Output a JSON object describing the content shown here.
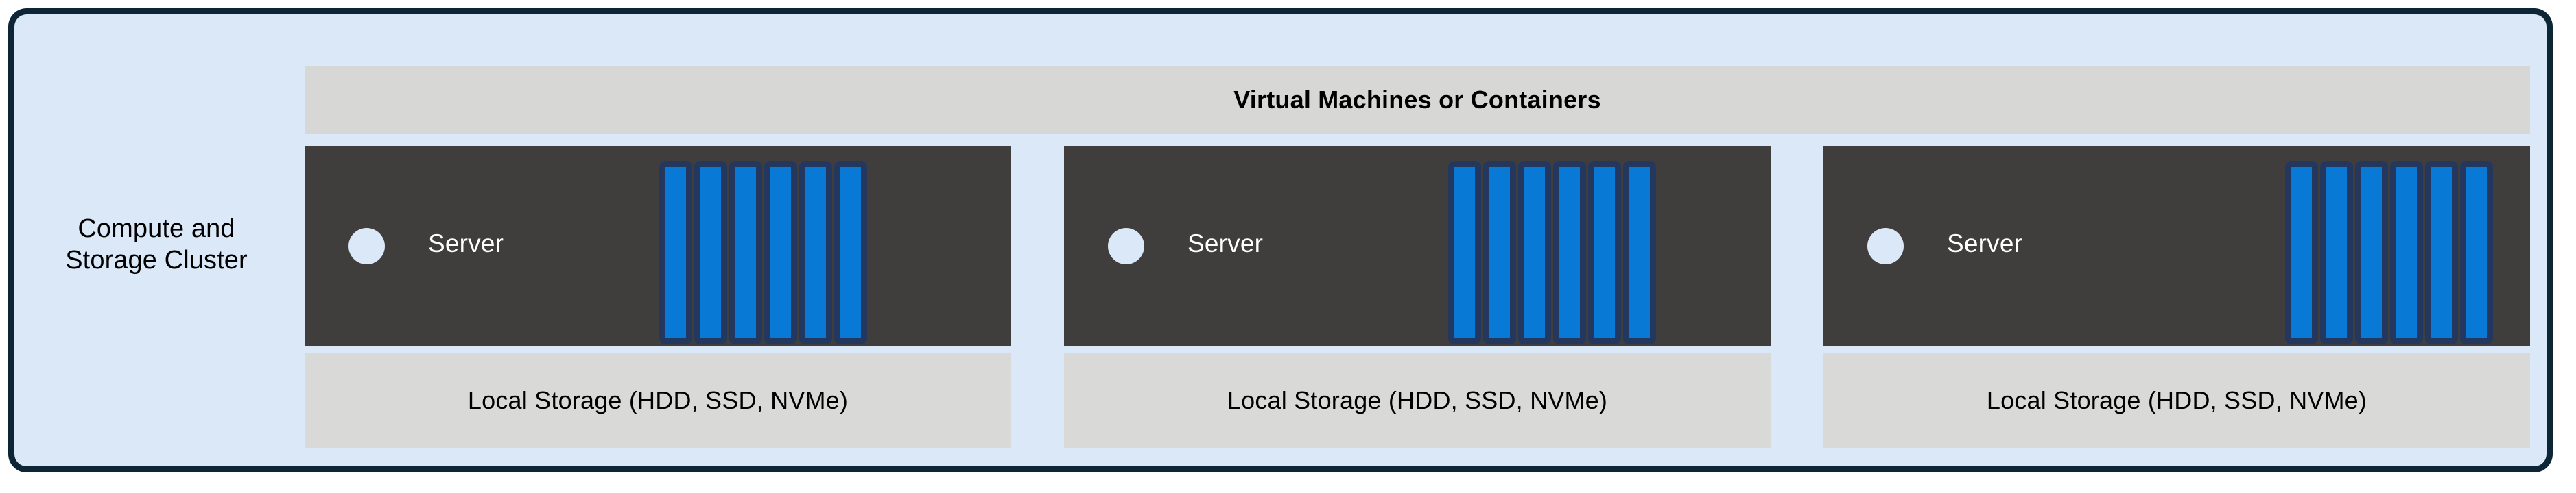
{
  "diagram": {
    "title": "Compute and Storage Cluster",
    "cluster_label": "Compute and\nStorage Cluster",
    "banner": {
      "label": "Virtual Machines or Containers"
    },
    "nodes": [
      {
        "server_label": "Server",
        "led_name": "status-led",
        "drive_count": 6,
        "storage_label": "Local Storage (HDD, SSD, NVMe)"
      },
      {
        "server_label": "Server",
        "led_name": "status-led",
        "drive_count": 6,
        "storage_label": "Local Storage (HDD, SSD, NVMe)"
      },
      {
        "server_label": "Server",
        "led_name": "status-led",
        "drive_count": 6,
        "storage_label": "Local Storage (HDD, SSD, NVMe)"
      }
    ],
    "colors": {
      "cluster_background": "#dbe8f7",
      "cluster_border": "#0d2636",
      "banner_background": "#d7d7d5",
      "server_chassis": "#403e3d",
      "server_text": "#ffffff",
      "drive_fill": "#0879d4",
      "drive_frame": "#24385f",
      "storage_background": "#d9d9d7",
      "label_text": "#000000",
      "page_background": "#ffffff"
    }
  }
}
